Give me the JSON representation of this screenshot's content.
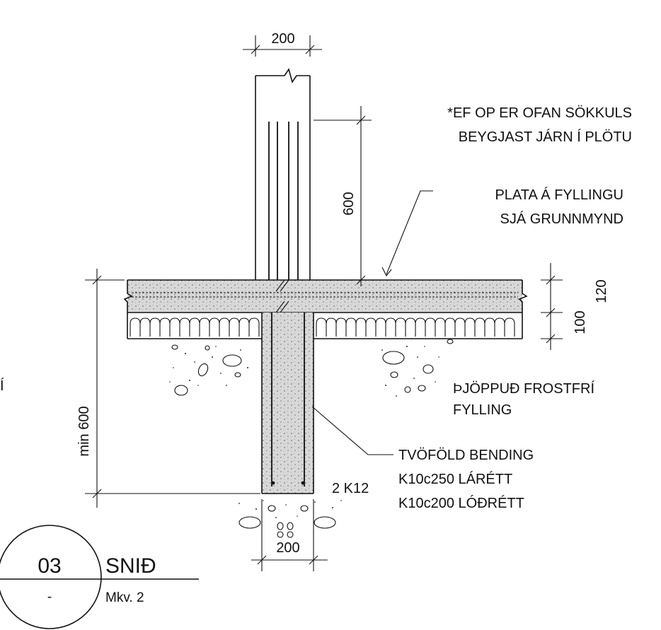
{
  "notes": {
    "opening_note": [
      "*EF OP ER OFAN SÖKKULS",
      "BEYGJAST JÁRN Í PLÖTU"
    ],
    "slab_note": [
      "PLATA Á FYLLINGU",
      "SJÁ GRUNNMYND"
    ],
    "fill_note": [
      "ÞJÖPPUÐ FROSTFRÍ",
      "FYLLING"
    ],
    "rebar_note": [
      "TVÖFÖLD BENDING",
      "K10c250 LÁRÉTT",
      "K10c200 LÓÐRÉTT"
    ],
    "bottom_bars": "2 K12",
    "left_edge_fragment": "Í"
  },
  "dimensions": {
    "wall_top": "200",
    "lap_length": "600",
    "slab_thickness": "120",
    "insulation_thickness": "100",
    "min_depth": "min 600",
    "footing_width": "200"
  },
  "title_block": {
    "number": "03",
    "sheet": "-",
    "title": "SNIÐ",
    "scale": "Mkv. 2"
  },
  "colors": {
    "line": "#111111",
    "concrete_fill": "#d6d6d6",
    "background": "#ffffff"
  }
}
